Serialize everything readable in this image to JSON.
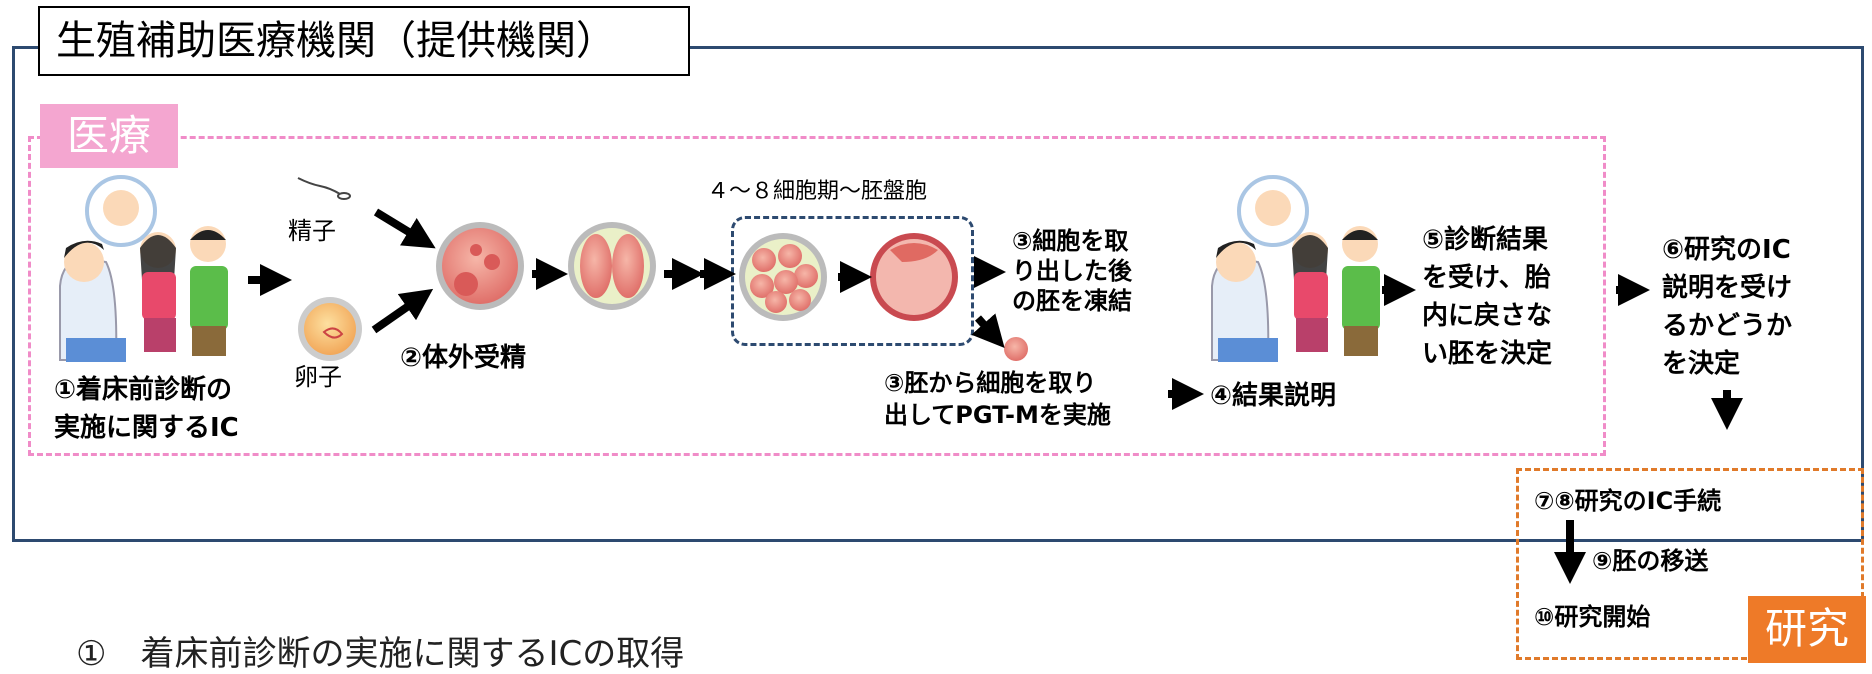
{
  "title": "生殖補助医療機関（提供機関）",
  "medical_label": "医療",
  "research_label": "研究",
  "step1": [
    "①着床前診断の",
    "実施に関するIC"
  ],
  "sperm": "精子",
  "egg": "卵子",
  "step2": "②体外受精",
  "stage": "４～８細胞期～胚盤胞",
  "step3a": [
    "③細胞を取",
    "り出した後",
    "の胚を凍結"
  ],
  "step3b": [
    "③胚から細胞を取り",
    "出してPGT-Mを実施"
  ],
  "step4": "④結果説明",
  "step5": [
    "⑤診断結果",
    "を受け、胎",
    "内に戻さな",
    "い胚を決定"
  ],
  "step6": [
    "⑥研究のIC",
    "説明を受け",
    "るかどうか",
    "を決定"
  ],
  "step78": "⑦⑧研究のIC手続",
  "step9": "⑨胚の移送",
  "step10": "⑩研究開始",
  "footer": "①　着床前診断の実施に関するICの取得",
  "colors": {
    "frame": "#2d4a70",
    "medical": "#f08cc8",
    "research": "#ee7a28"
  }
}
